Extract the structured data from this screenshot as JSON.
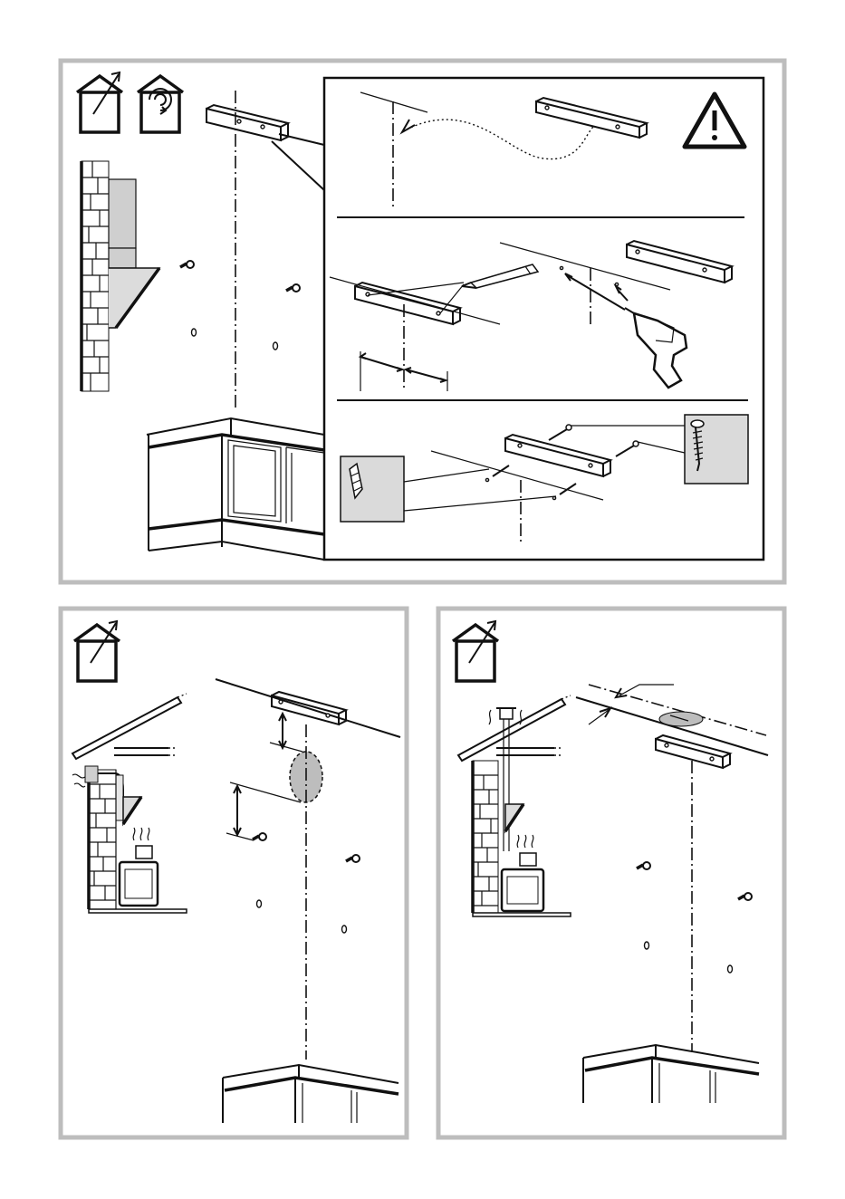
{
  "panels": {
    "top": {
      "icons": [
        "duct-out-house-icon",
        "recirculation-house-icon"
      ]
    },
    "inset": {
      "steps": [
        "align-bracket-to-centerline",
        "mark-and-drill-holes",
        "insert-plugs-and-screw"
      ]
    },
    "bottom_left": {
      "icon": "duct-out-house-icon"
    },
    "bottom_right": {
      "icon": "duct-out-house-icon"
    }
  },
  "colors": {
    "frame": "#bdbdbd",
    "callout_fill": "#dadada",
    "line": "#111111",
    "hood_fill": "#cfcfcf"
  }
}
